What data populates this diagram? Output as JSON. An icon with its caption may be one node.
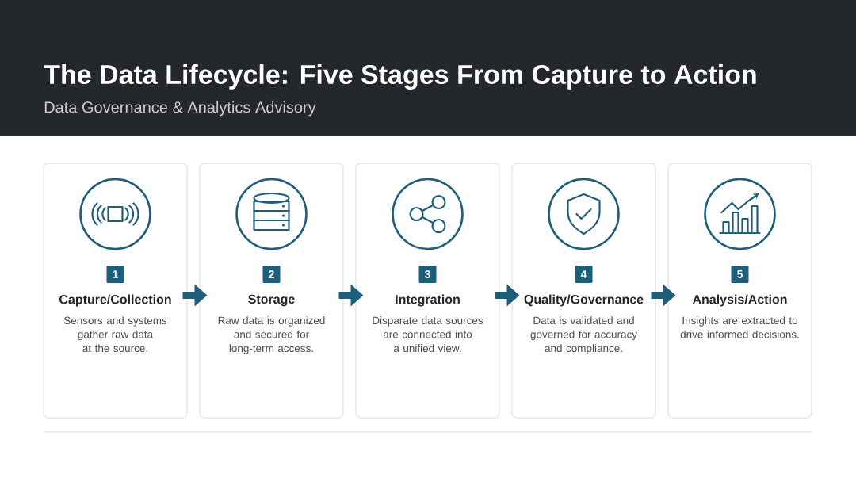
{
  "diagram": {
    "title": "The Data Lifecycle: Five Stages From Capture to Action",
    "nodes": [
      {
        "text": [
          "1",
          "Capture/Collection",
          "Sensors and systems gather raw data at the source."
        ]
      },
      {
        "text": [
          "2",
          "Storage",
          "Raw data is organized and secured for long-term access."
        ]
      },
      {
        "text": [
          "3",
          "Integration",
          "Disparate data sources are connected into a unified view."
        ]
      },
      {
        "text": [
          "4",
          "Quality/Governance",
          "Data is validated and governed for accuracy and compliance."
        ]
      },
      {
        "text": [
          "5",
          "Analysis/Action",
          "Insights are extracted to drive informed decisions."
        ]
      }
    ],
    "edges": [
      {
        "from": 0,
        "to": 1,
        "arrow": "to"
      },
      {
        "from": 1,
        "to": 2,
        "arrow": "to"
      },
      {
        "from": 2,
        "to": 3,
        "arrow": "to"
      },
      {
        "from": 3,
        "to": 4,
        "arrow": "to"
      }
    ],
    "labels": [
      "Data Governance & Analytics Advisory"
    ]
  }
}
